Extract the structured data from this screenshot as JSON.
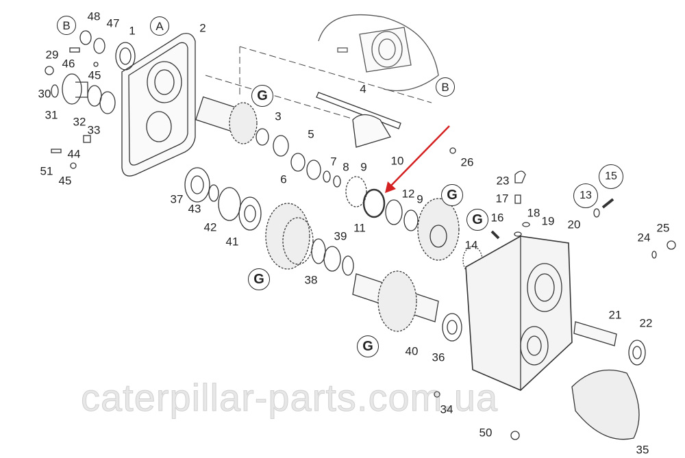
{
  "diagram": {
    "type": "exploded-parts-diagram",
    "highlight_color": "#d42020",
    "watermark": "caterpillar-parts.com.ua",
    "labels": [
      "B",
      "48",
      "47",
      "1",
      "A",
      "2",
      "29",
      "46",
      "45",
      "30",
      "31",
      "32",
      "33",
      "44",
      "51",
      "45",
      "B",
      "4",
      "G",
      "3",
      "5",
      "6",
      "7",
      "8",
      "9",
      "10",
      "26",
      "23",
      "17",
      "18",
      "19",
      "16",
      "15",
      "13",
      "20",
      "25",
      "24",
      "37",
      "43",
      "42",
      "41",
      "11",
      "12",
      "9",
      "G",
      "G",
      "14",
      "39",
      "38",
      "G",
      "40",
      "36",
      "G",
      "21",
      "22",
      "34",
      "50",
      "35"
    ]
  }
}
